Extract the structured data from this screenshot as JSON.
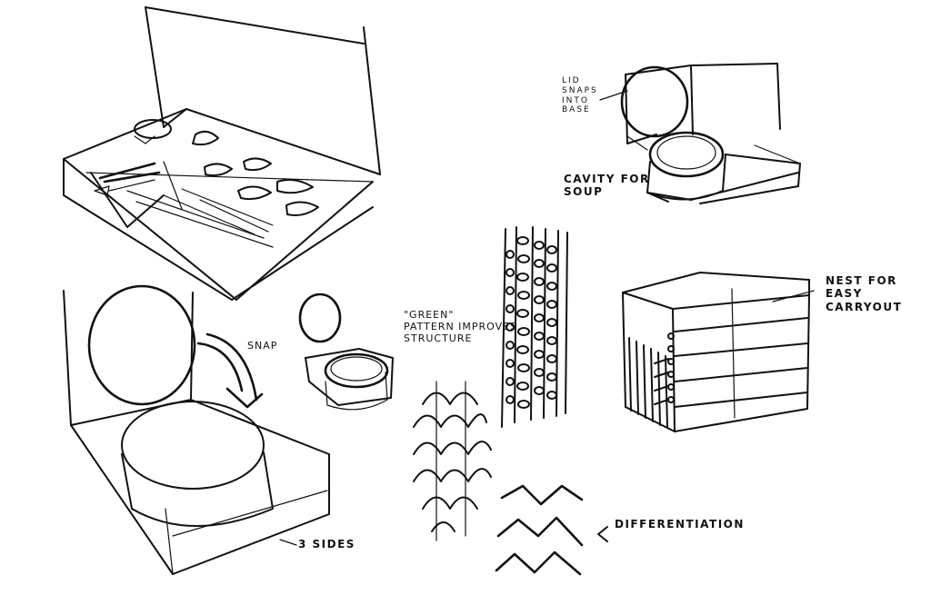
{
  "notes": {
    "lid_snaps": "LID\nSNAPS\nINTO\nBASE",
    "cavity_soup": "CAVITY FOR\nSOUP",
    "nest_carryout": "NEST FOR\nEASY\nCARRYOUT",
    "snap": "SNAP",
    "green_pattern": "\"GREEN\"\nPATTERN IMPROVES\nSTRUCTURE",
    "three_sides": "3 SIDES",
    "differentiation": "DIFFERENTIATION"
  }
}
